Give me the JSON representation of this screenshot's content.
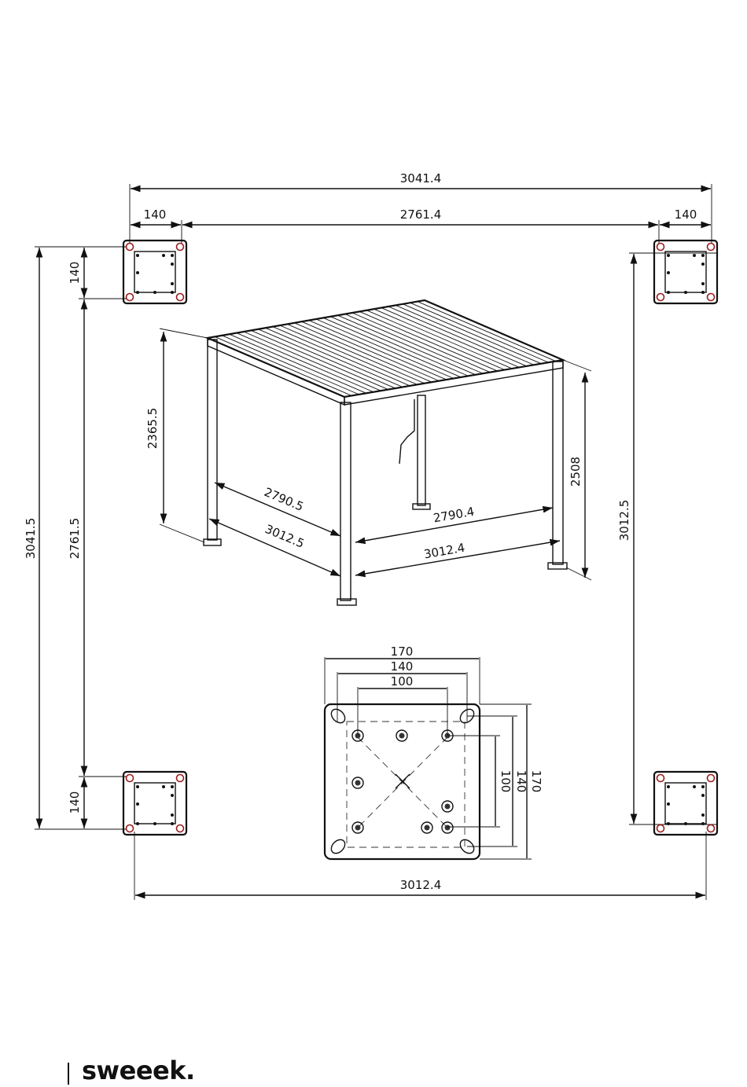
{
  "dimensions": {
    "top_overall": "3041.4",
    "top_inner": "2761.4",
    "top_left_post": "140",
    "top_right_post": "140",
    "left_overall": "3041.5",
    "left_inner": "2761.5",
    "left_top_post": "140",
    "left_bottom_post": "140",
    "right_overall": "3012.5",
    "bottom_overall": "3012.4",
    "height_front": "2365.5",
    "height_right": "2508",
    "depth_inner": "2790.5",
    "depth_outer": "3012.5",
    "width_inner": "2790.4",
    "width_outer": "3012.4",
    "plate_top_170": "170",
    "plate_top_140": "140",
    "plate_top_100": "100",
    "plate_side_100": "100",
    "plate_side_140": "140",
    "plate_side_170": "170"
  },
  "brand": {
    "logo_text": "sweeek."
  },
  "colors": {
    "line": "#111111",
    "hole": "#9b1c1c"
  }
}
